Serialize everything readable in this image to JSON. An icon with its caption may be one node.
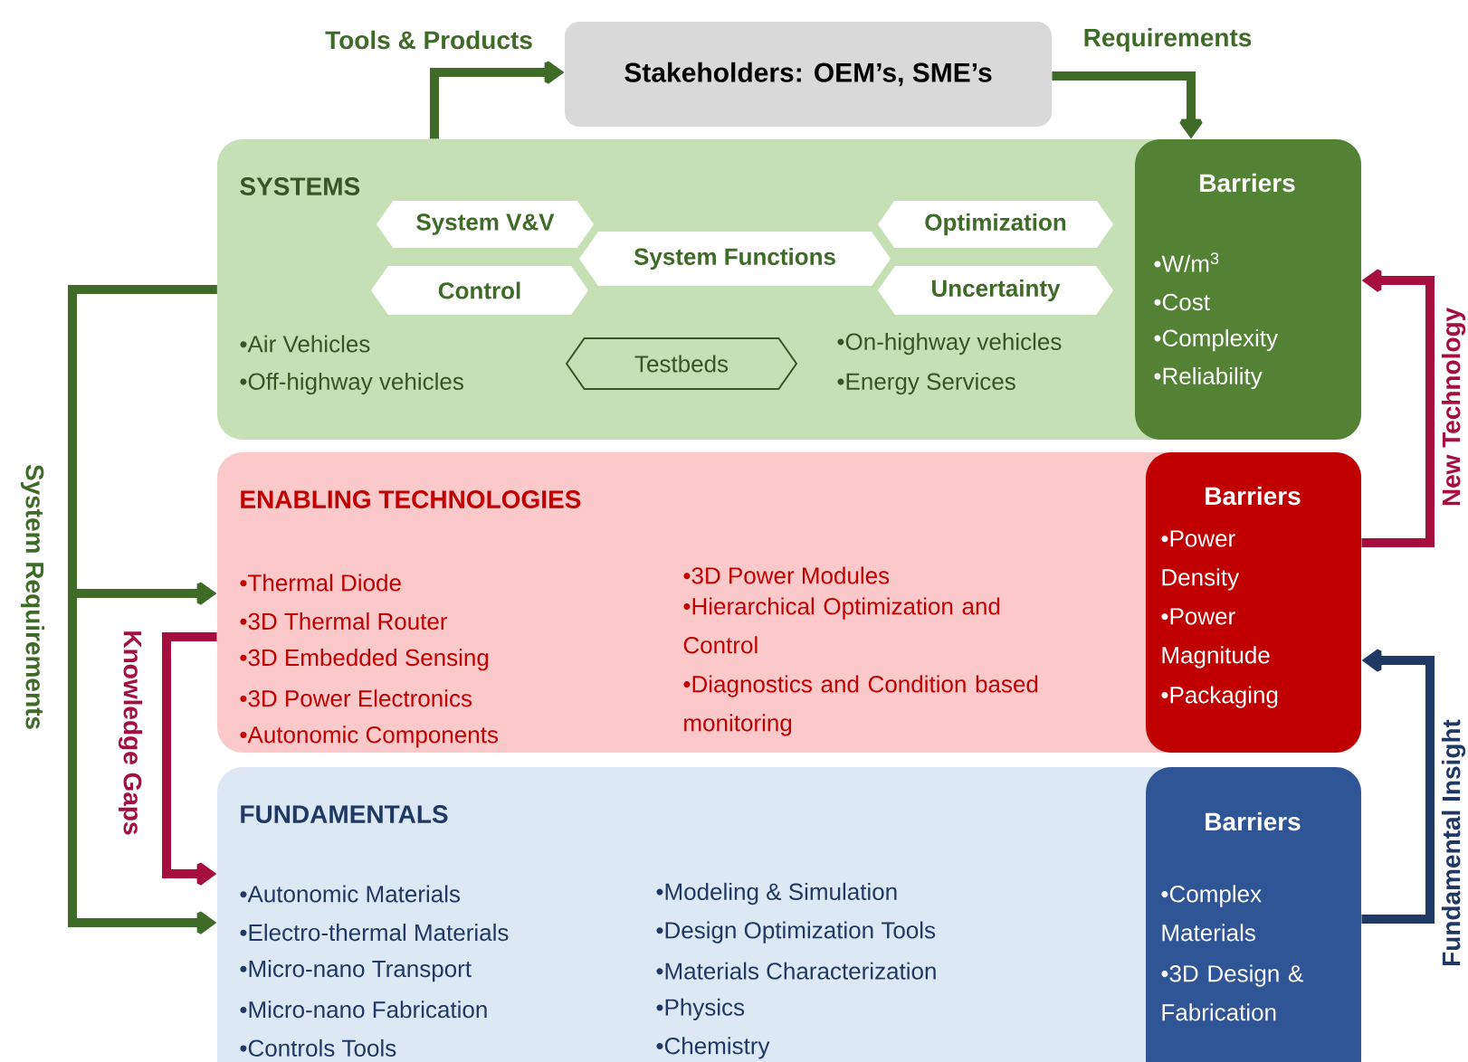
{
  "diagram": {
    "nodes": [
      {
        "text": [
          "Stakeholders: OEM’s, SME’s"
        ]
      },
      {
        "text": [
          "SYSTEMS",
          "•Air Vehicles",
          "•Off-highway vehicles",
          "•On-highway vehicles",
          "•Energy Services"
        ]
      },
      {
        "text": [
          "System V&V"
        ],
        "in": 1
      },
      {
        "text": [
          "System Functions"
        ],
        "in": 1
      },
      {
        "text": [
          "Optimization"
        ],
        "in": 1
      },
      {
        "text": [
          "Control"
        ],
        "in": 1
      },
      {
        "text": [
          "Uncertainty"
        ],
        "in": 1
      },
      {
        "text": [
          "Testbeds"
        ],
        "in": 1
      },
      {
        "text": [
          "Barriers",
          "•W/m$^{3}$",
          "•Cost",
          "•Complexity",
          "•Reliability"
        ],
        "in": 1
      },
      {
        "text": [
          "ENABLING TECHNOLOGIES",
          "•Thermal Diode",
          "•3D Thermal Router",
          "•3D Embedded Sensing",
          "•3D Power Electronics",
          "•Autonomic Components",
          "•3D Power Modules",
          "•Hierarchical Optimization and Control",
          "•Diagnostics and Condition based monitoring"
        ]
      },
      {
        "text": [
          "Barriers",
          "•Power Density",
          "•Power Magnitude",
          "•Packaging"
        ],
        "in": 9
      },
      {
        "text": [
          "FUNDAMENTALS",
          "•Autonomic Materials",
          "•Electro-thermal Materials",
          "•Micro-nano Transport",
          "•Micro-nano Fabrication",
          "•Controls Tools",
          "•Modeling & Simulation",
          "•Design Optimization Tools",
          "•Materials Characterization",
          "•Physics",
          "•Chemistry"
        ]
      },
      {
        "text": [
          "Barriers",
          "•Complex Materials",
          "•3D Design & Fabrication"
        ],
        "in": 11
      }
    ],
    "edges": [
      {
        "from": 1,
        "to": 0,
        "arrow": "to",
        "label": "Tools & Products"
      },
      {
        "from": 0,
        "to": 8,
        "arrow": "to",
        "label": "Requirements"
      },
      {
        "from": 1,
        "to": 9,
        "arrow": "to",
        "label": "System Requirements"
      },
      {
        "from": 1,
        "to": 11,
        "arrow": "to"
      },
      {
        "from": 9,
        "to": 11,
        "arrow": "to",
        "label": "Knowledge Gaps",
        "color": "#a50e3f"
      },
      {
        "from": 10,
        "to": 8,
        "arrow": "to",
        "label": "New Technology",
        "color": "#a50e3f"
      },
      {
        "from": 12,
        "to": 10,
        "arrow": "to",
        "label": "Fundamental Insight",
        "color": "#203864"
      }
    ]
  }
}
